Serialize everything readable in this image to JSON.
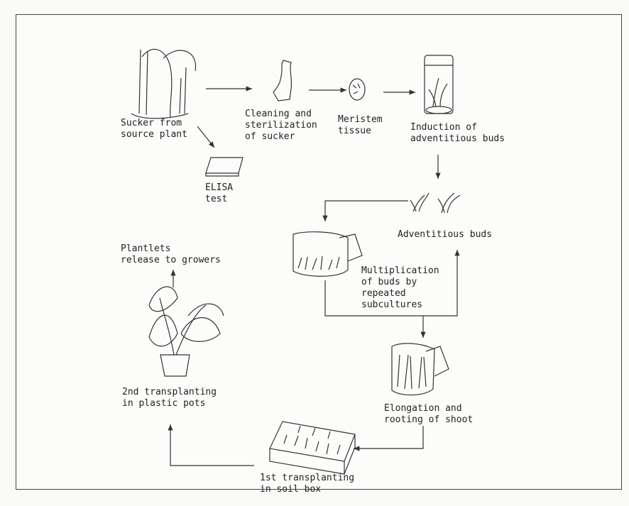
{
  "labels": {
    "sucker": "Sucker from\nsource plant",
    "cleaning": "Cleaning and\nsterilization\nof sucker",
    "meristem": "Meristem\ntissue",
    "induction": "Induction of\nadventitious buds",
    "elisa": "ELISA\ntest",
    "adventitious": "Adventitious buds",
    "multiplication": "Multiplication\nof buds by\nrepeated\nsubcultures",
    "plantlets": "Plantlets\nrelease to growers",
    "transplant2": "2nd transplanting\nin plastic pots",
    "elongation": "Elongation and\nrooting of shoot",
    "transplant1": "1st transplanting\nin soil box"
  }
}
